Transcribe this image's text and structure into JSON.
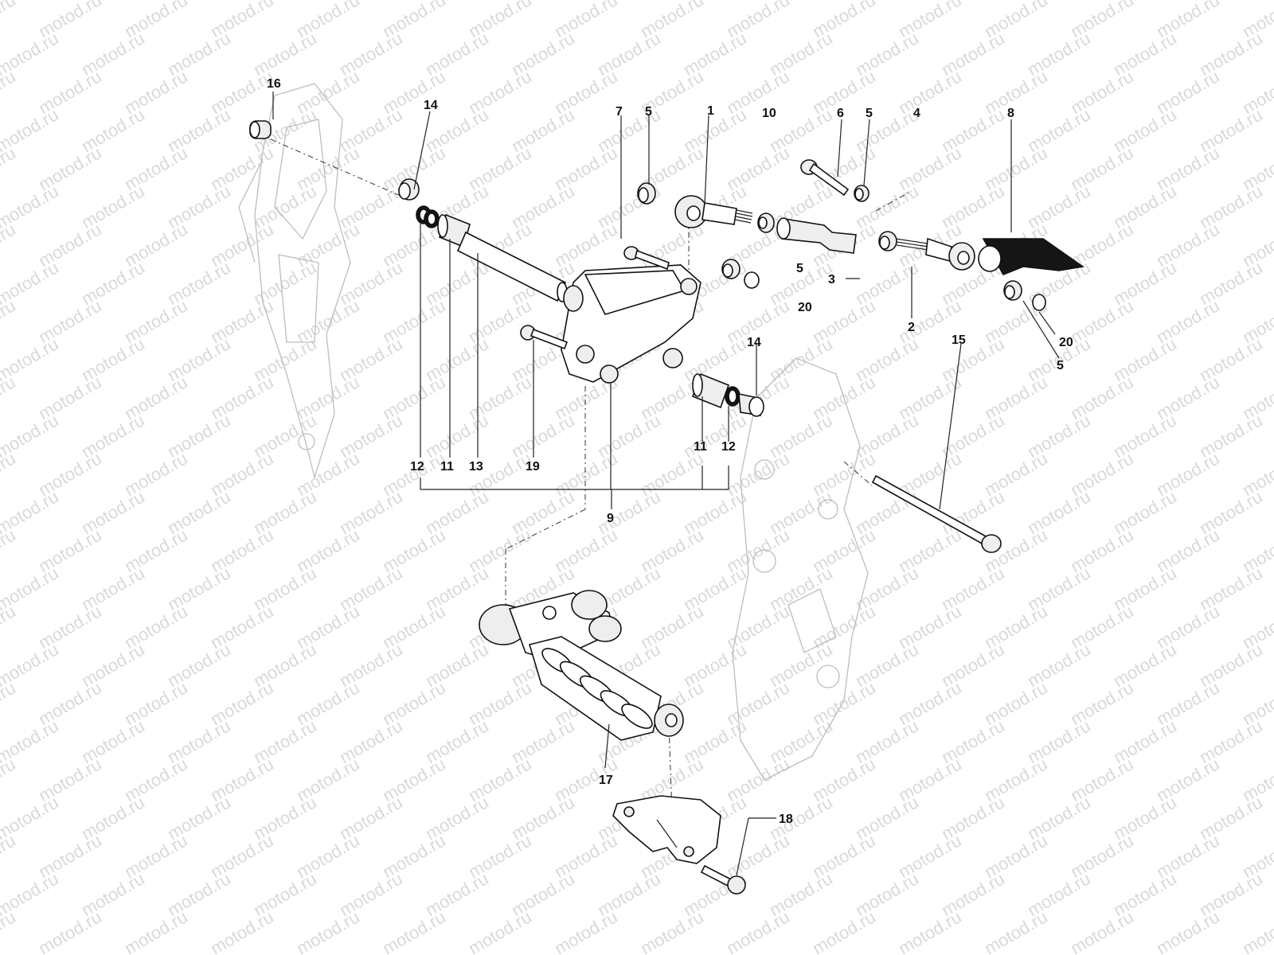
{
  "watermark": "motod.ru",
  "labels": {
    "p1": "1",
    "p2": "2",
    "p3": "3",
    "p4": "4",
    "p5a": "5",
    "p5b": "5",
    "p5c": "5",
    "p5d": "5",
    "p6": "6",
    "p7": "7",
    "p8": "8",
    "p9": "9",
    "p10": "10",
    "p11a": "11",
    "p11b": "11",
    "p12a": "12",
    "p12b": "12",
    "p13": "13",
    "p14a": "14",
    "p14b": "14",
    "p15": "15",
    "p16": "16",
    "p17": "17",
    "p18": "18",
    "p19": "19",
    "p20a": "20",
    "p20b": "20"
  },
  "colors": {
    "ink": "#111111",
    "frame": "#bdbdbd",
    "watermark": "#d9d9d9",
    "background": "#ffffff"
  }
}
